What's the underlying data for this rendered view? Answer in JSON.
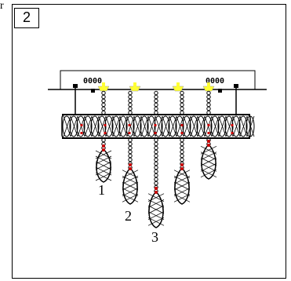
{
  "step": {
    "number": "2"
  },
  "edge_mark": "r",
  "fixture": {
    "plate_left_label": "0000",
    "plate_right_label": "0000"
  },
  "pendants": [
    {
      "label": "1"
    },
    {
      "label": "2"
    },
    {
      "label": "3"
    }
  ],
  "colors": {
    "clip": "#ffff33",
    "bead_accent": "#cc0000",
    "line": "#000000"
  }
}
